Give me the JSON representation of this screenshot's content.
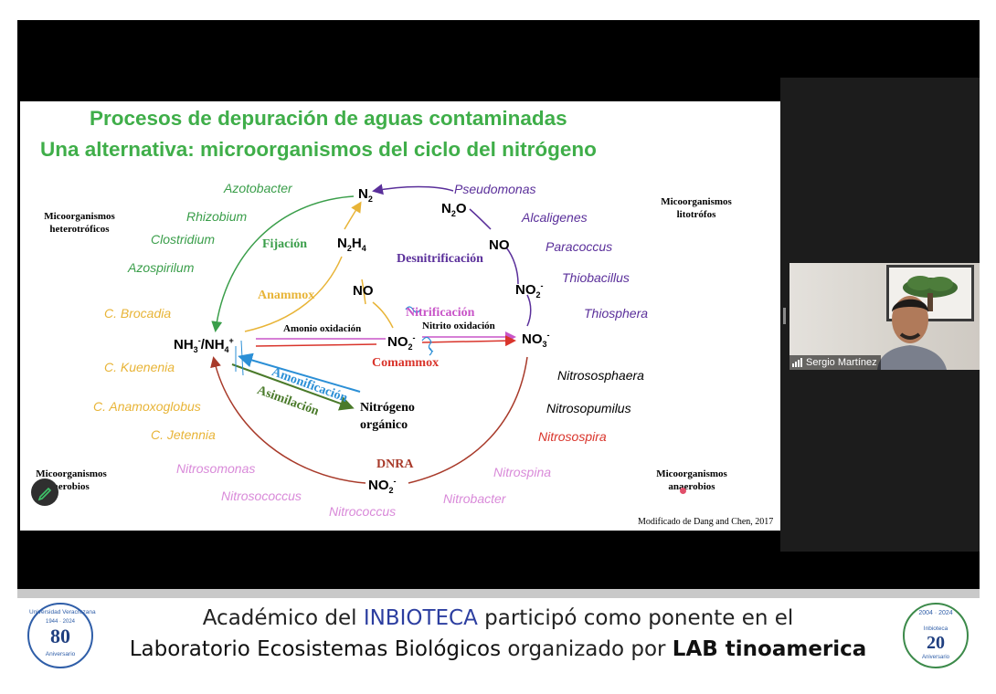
{
  "slide": {
    "title_line1": "Procesos de depuración de aguas contaminadas",
    "title_line2": "Una  alternativa: microorganismos del ciclo del nitrógeno",
    "groups": {
      "heterotrophic": "Micoorganismos heterotróficos",
      "lithotrophic": "Micoorganismos litotrófos",
      "aerobic": "Micoorganismos aerobios",
      "anaerobic": "Micoorganismos anaerobios"
    },
    "compounds": {
      "n2": "N2",
      "n2o": "N2O",
      "no_right": "NO",
      "no2_right": "NO2-",
      "no3": "NO3-",
      "no2_center": "NO2-",
      "no_center": "NO",
      "n2h4": "N2H4",
      "nh3_nh4": "NH3-/NH4+",
      "no2_bottom": "NO2-",
      "organic_nitrogen_1": "Nitrógeno",
      "organic_nitrogen_2": "orgánico"
    },
    "processes": {
      "fijacion": "Fijación",
      "desnitrificacion": "Desnitrificación",
      "anammox": "Anammox",
      "nitrificacion": "Nitrificación",
      "amonio_oxidacion": "Amonio oxidación",
      "nitrito_oxidacion": "Nitrito oxidación",
      "comammox": "Comammox",
      "amonificacion": "Amonificación",
      "asimilacion": "Asimilación",
      "dnra": "DNRA"
    },
    "organisms": {
      "azotobacter": "Azotobacter",
      "rhizobium": "Rhizobium",
      "clostridium": "Clostridium",
      "azospirilum": "Azospirilum",
      "brocadia": "C. Brocadia",
      "kuenenia": "C. Kuenenia",
      "anamoxoglobus": "C. Anamoxoglobus",
      "jetennia": "C. Jetennia",
      "nitrosomonas": "Nitrosomonas",
      "nitrosococcus": "Nitrosococcus",
      "nitrococcus": "Nitrococcus",
      "pseudomonas": "Pseudomonas",
      "alcaligenes": "Alcaligenes",
      "paracoccus": "Paracoccus",
      "thiobacillus": "Thiobacillus",
      "thiosphera": "Thiosphera",
      "nitrososphaera": "Nitrososphaera",
      "nitrosopumilus": "Nitrosopumilus",
      "nitrosospira": "Nitrosospira",
      "nitrospina": "Nitrospina",
      "nitrobacter": "Nitrobacter"
    },
    "credit": "Modificado de Dang and Chen, 2017"
  },
  "participant": {
    "name": "Sergio Martínez"
  },
  "caption": {
    "line1_a": "Académico del ",
    "line1_b": "INBIOTECA",
    "line1_c": " participó como ponente en el",
    "line2_a": "Laboratorio Ecosistemas Biológicos",
    "line2_b": " organizado por ",
    "line2_c": "LAB tinoamerica"
  },
  "logos": {
    "left_text": "Universidad Veracruzana",
    "left_number": "80",
    "left_sub": "Aniversario",
    "left_years": "1944 · 2024",
    "right_years": "2004 · 2024",
    "right_brand": "Inbioteca",
    "right_number": "20",
    "right_sub": "Aniversario"
  },
  "colors": {
    "title_green": "#3fae49",
    "fixation_green": "#3a9e4a",
    "denitrification_purple": "#5a2f9a",
    "anammox_yellow": "#e8b437",
    "nitrification_pink": "#c855c8",
    "comammox_red": "#d9342b",
    "ammonification_blue": "#2b8fd6",
    "assimilation_green": "#4a7a2a",
    "dnra_brown": "#a83a2a",
    "brand_blue": "#2c3ea0"
  }
}
